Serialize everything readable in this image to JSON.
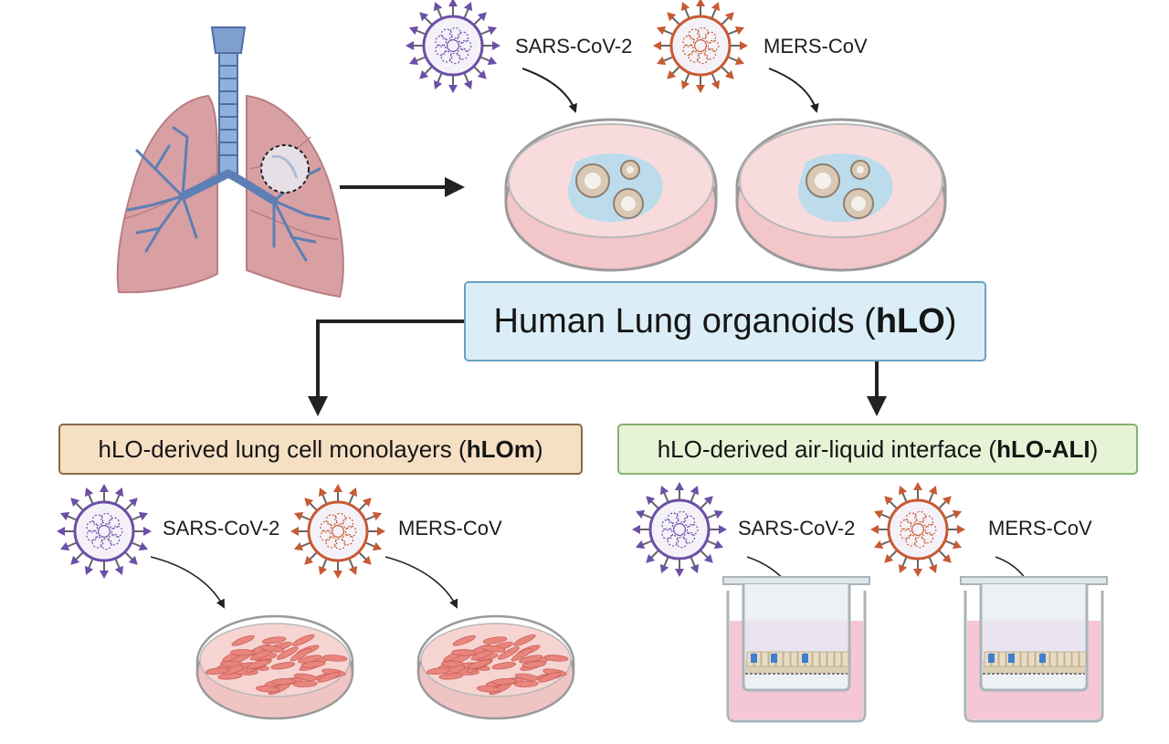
{
  "central": {
    "title_prefix": "Human Lung organoids (",
    "title_bold": "hLO",
    "title_suffix": ")"
  },
  "branch_left": {
    "prefix": "hLO-derived lung cell monolayers (",
    "bold": "hLOm",
    "suffix": ")"
  },
  "branch_right": {
    "prefix": "hLO-derived air-liquid interface (",
    "bold": "hLO-ALI",
    "suffix": ")"
  },
  "viruses": {
    "sars": "SARS-CoV-2",
    "mers": "MERS-CoV"
  },
  "colors": {
    "sars_virus": "#6b4fa8",
    "mers_virus": "#c85a32",
    "lung": "#d9a0a4",
    "trachea": "#7f9fcf",
    "culture_medium": "#f3c6c9",
    "organoid_gel": "#bcdcec",
    "cells": "#e8867e",
    "hlo_box": "#dbeef7",
    "hlom_box": "#f6e0c4",
    "ali_box": "#e6f3d6"
  },
  "icons": [
    "lung-icon",
    "sars-cov-2-virus-icon",
    "mers-cov-virus-icon",
    "petri-dish-icon",
    "transwell-insert-icon",
    "arrow-icon"
  ]
}
